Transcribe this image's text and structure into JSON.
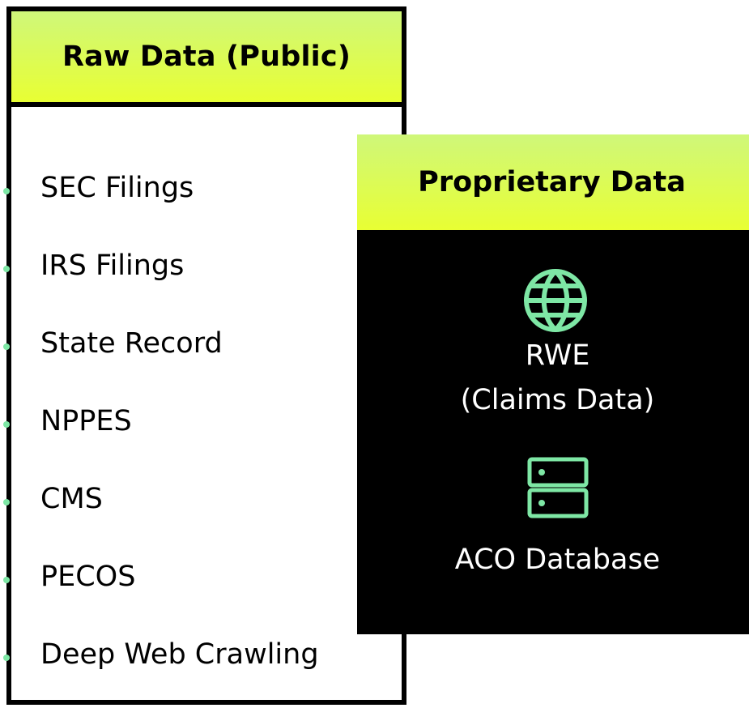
{
  "raw_data": {
    "title": "Raw Data (Public)",
    "items": [
      {
        "label": "SEC Filings"
      },
      {
        "label": "IRS Filings"
      },
      {
        "label": "State Record"
      },
      {
        "label": "NPPES"
      },
      {
        "label": "CMS"
      },
      {
        "label": "PECOS"
      },
      {
        "label": "Deep Web Crawling"
      }
    ]
  },
  "proprietary_data": {
    "title": "Proprietary Data",
    "rwe": {
      "icon": "globe-icon",
      "line1": "RWE",
      "line2": "(Claims Data)"
    },
    "aco": {
      "icon": "database-icon",
      "label": "ACO Database"
    }
  },
  "colors": {
    "header_gradient_top": "#cff77a",
    "header_gradient_bottom": "#e8ff33",
    "accent_green": "#7ee7a5",
    "card_black": "#000000",
    "text_white": "#ffffff"
  }
}
